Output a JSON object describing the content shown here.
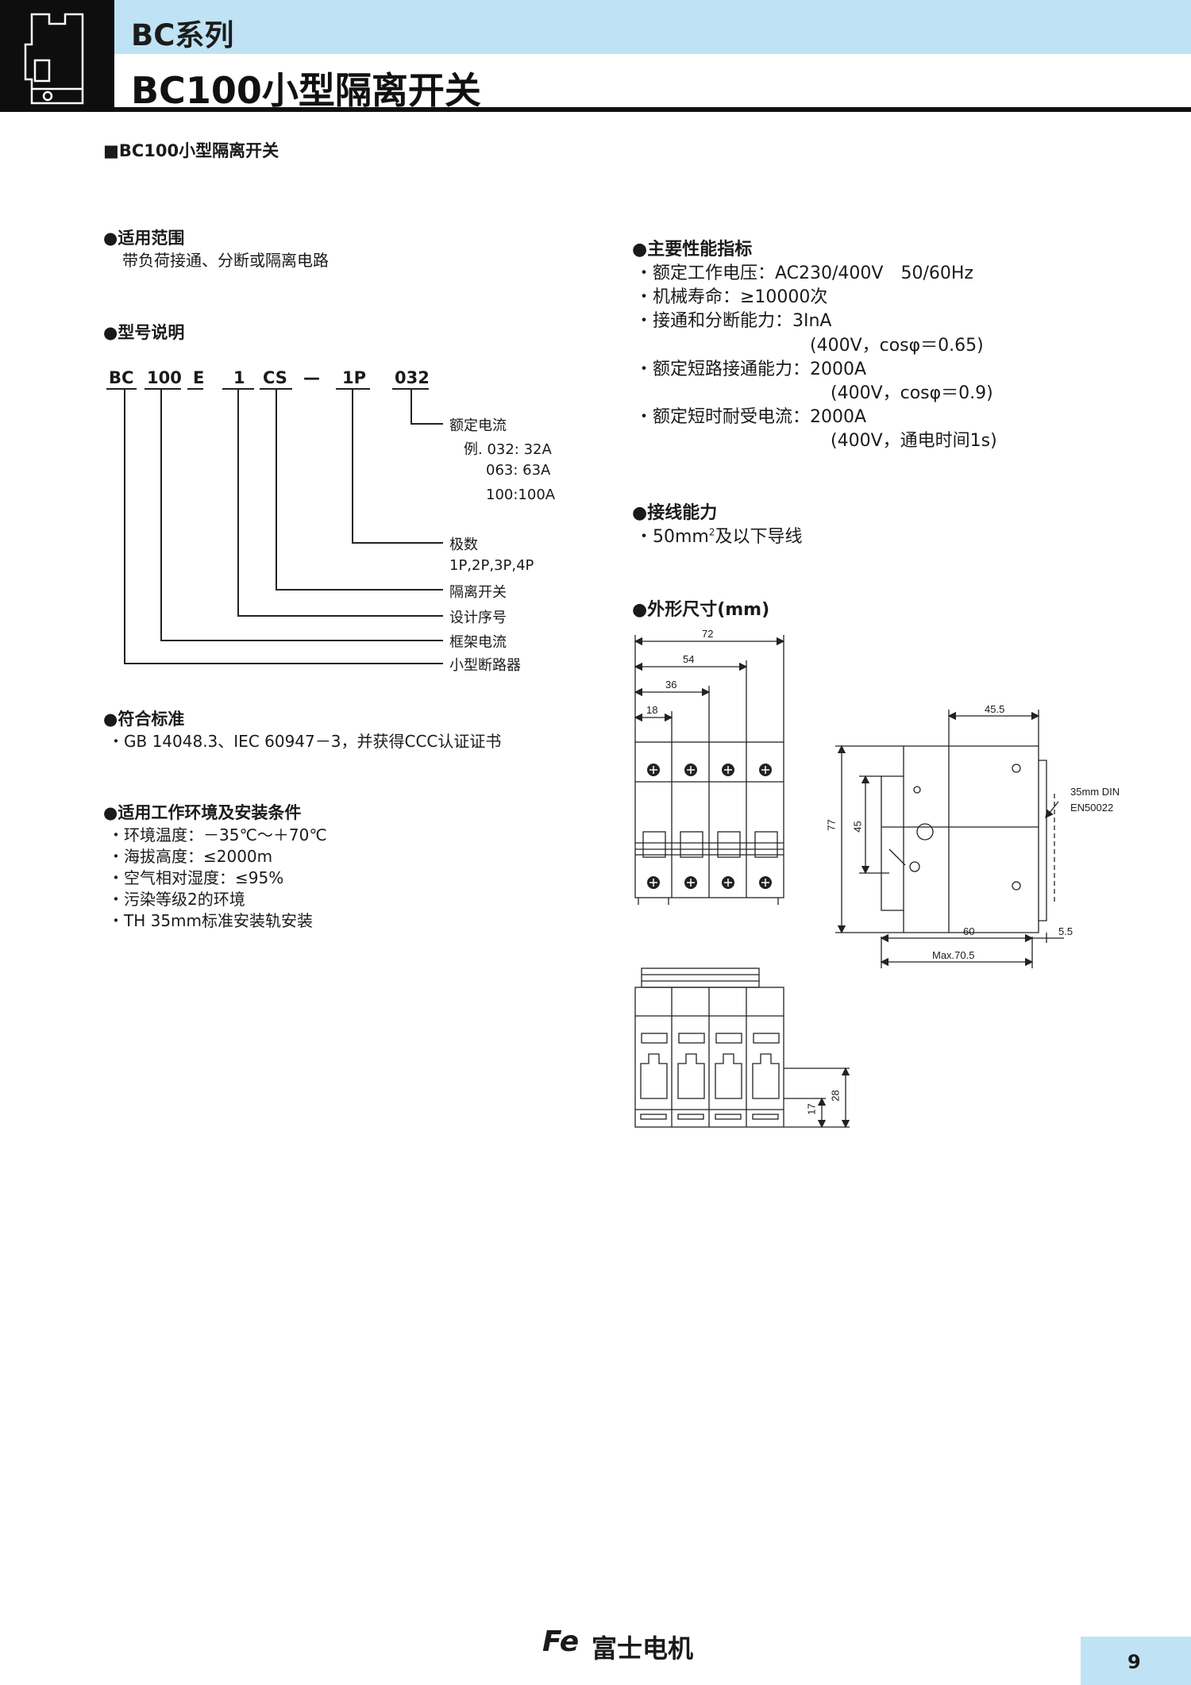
{
  "header": {
    "series": "BC系列",
    "title": "BC100小型隔离开关"
  },
  "page_heading": "■BC100小型隔离开关",
  "scope": {
    "title": "●适用范围",
    "body": "带负荷接通、分断或隔离电路"
  },
  "model": {
    "title": "●型号说明",
    "codes": [
      "BC",
      "100",
      "E",
      "1",
      "CS",
      "—",
      "1P",
      "032"
    ],
    "labels": {
      "rated_current": "额定电流",
      "ex1": "例. 032: 32A",
      "ex2": "063: 63A",
      "ex3": "100:100A",
      "poles": "极数",
      "poles_list": "1P,2P,3P,4P",
      "isolator": "隔离开关",
      "design": "设计序号",
      "frame": "框架电流",
      "mcb": "小型断路器"
    }
  },
  "standards": {
    "title": "●符合标准",
    "body": "・GB 14048.3、IEC 60947－3，并获得CCC认证证书"
  },
  "environment": {
    "title": "●适用工作环境及安装条件",
    "items": [
      "・环境温度：－35℃～＋70℃",
      "・海拔高度：≤2000m",
      "・空气相对湿度：≤95%",
      "・污染等级2的环境",
      "・TH 35mm标准安装轨安装"
    ]
  },
  "performance": {
    "title": "●主要性能指标",
    "l1": "・额定工作电压：AC230/400V　50/60Hz",
    "l2": "・机械寿命：≥10000次",
    "l3": "・接通和分断能力：3InA",
    "l4": "(400V，cosφ＝0.65)",
    "l5": "・额定短路接通能力：2000A",
    "l6": "(400V，cosφ＝0.9)",
    "l7": "・额定短时耐受电流：2000A",
    "l8": "(400V，通电时间1s)"
  },
  "wiring": {
    "title": "●接线能力",
    "body_prefix": "・50mm",
    "sup": "2",
    "body_suffix": "及以下导线"
  },
  "dimensions": {
    "title": "●外形尺寸(mm)",
    "d72": "72",
    "d54": "54",
    "d36": "36",
    "d18": "18",
    "d45_5": "45.5",
    "d77": "77",
    "d45": "45",
    "din1": "35mm  DIN",
    "din2": "EN50022",
    "d60": "60",
    "d5_5": "5.5",
    "dmax": "Max.70.5",
    "d17": "17",
    "d28": "28"
  },
  "footer": {
    "logo": "Fe",
    "brand": "富士电机",
    "page": "9"
  }
}
